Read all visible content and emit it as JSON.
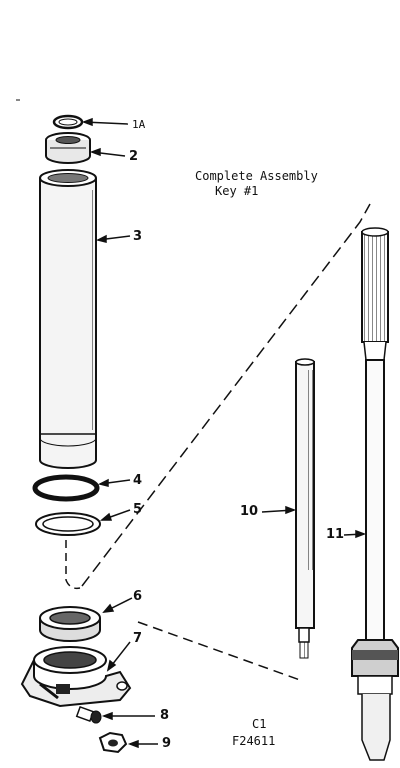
{
  "title": {
    "line1": "Complete Assembly",
    "line2": "Key #1"
  },
  "footer": {
    "code": "C1",
    "figure": "F24611"
  },
  "callouts": {
    "c1a": "1A",
    "c2": "2",
    "c3": "3",
    "c4": "4",
    "c5": "5",
    "c6": "6",
    "c7": "7",
    "c8": "8",
    "c9": "9",
    "c10": "10",
    "c11": "11"
  },
  "colors": {
    "ink": "#111111",
    "paper": "#ffffff"
  }
}
